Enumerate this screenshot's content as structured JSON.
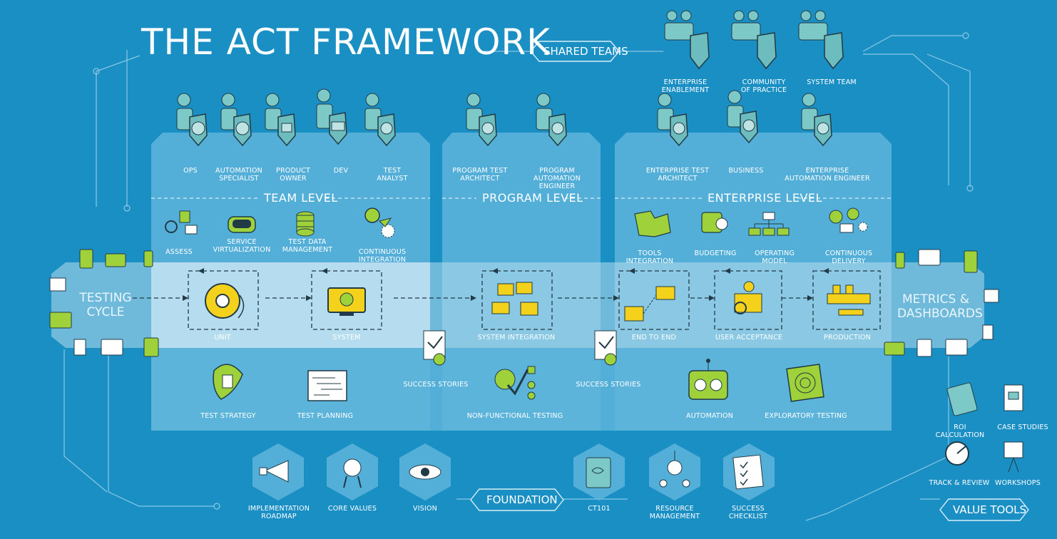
{
  "title": "THE ACT FRAMEWORK",
  "tags": {
    "shared_teams": "SHARED TEAMS",
    "foundation": "FOUNDATION",
    "value_tools": "VALUE TOOLS"
  },
  "shared_teams": [
    "ENTERPRISE ENABLEMENT",
    "COMMUNITY OF PRACTICE",
    "SYSTEM TEAM"
  ],
  "team_roles": [
    "OPS",
    "AUTOMATION SPECIALIST",
    "PRODUCT OWNER",
    "DEV",
    "TEST ANALYST"
  ],
  "program_roles": [
    "PROGRAM TEST ARCHITECT",
    "PROGRAM AUTOMATION ENGINEER"
  ],
  "enterprise_roles": [
    "ENTERPRISE TEST ARCHITECT",
    "BUSINESS",
    "ENTERPRISE AUTOMATION ENGINEER"
  ],
  "levels": {
    "team": "TEAM LEVEL",
    "program": "PROGRAM LEVEL",
    "enterprise": "ENTERPRISE LEVEL"
  },
  "team_practices": [
    "ASSESS",
    "SERVICE VIRTUALIZATION",
    "TEST DATA MANAGEMENT",
    "CONTINUOUS INTEGRATION"
  ],
  "enterprise_practices": [
    "TOOLS INTEGRATION",
    "BUDGETING",
    "OPERATING MODEL",
    "CONTINUOUS DELIVERY"
  ],
  "testing_cycle": "TESTING CYCLE",
  "metrics": "METRICS & DASHBOARDS",
  "stages": [
    "UNIT",
    "SYSTEM",
    "SYSTEM INTEGRATION",
    "END TO END",
    "USER ACCEPTANCE",
    "PRODUCTION"
  ],
  "lower_items": [
    "TEST STRATEGY",
    "TEST PLANNING",
    "SUCCESS STORIES",
    "NON-FUNCTIONAL TESTING",
    "SUCCESS STORIES",
    "AUTOMATION",
    "EXPLORATORY TESTING"
  ],
  "foundation_items": [
    "IMPLEMENTATION ROADMAP",
    "CORE VALUES",
    "VISION",
    "CT101",
    "RESOURCE MANAGEMENT",
    "SUCCESS CHECKLIST"
  ],
  "value_tool_items": [
    "ROI CALCULATION",
    "CASE STUDIES",
    "TRACK & REVIEW",
    "WORKSHOPS"
  ],
  "colors": {
    "background": "#1a8fc4",
    "panel": "#5fb5dc",
    "band": "#b7dcef",
    "accent_green": "#9fd13a",
    "accent_yellow": "#f4d21b",
    "icon_teal": "#7cc9c7",
    "dark": "#213a46"
  }
}
